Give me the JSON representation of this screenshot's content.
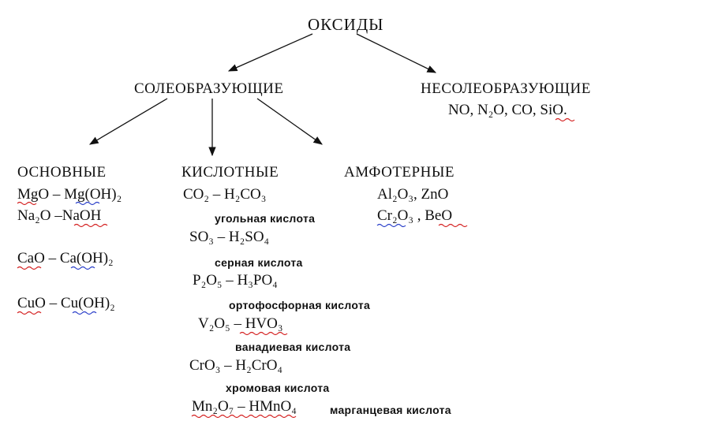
{
  "title": "ОКСИДЫ",
  "branches": {
    "salt_forming": "СОЛЕОБРАЗУЮЩИЕ",
    "non_salt_forming": "НЕСОЛЕОБРАЗУЮЩИЕ",
    "non_salt_list": "NO, N₂O, CO, SiO."
  },
  "basic": {
    "header": "ОСНОВНЫЕ",
    "rows": [
      "MgO – Mg(OH)₂",
      "Na₂O –NaOH",
      "CaO – Ca(OH)₂",
      "CuO – Cu(OH)₂"
    ]
  },
  "acidic": {
    "header": "КИСЛОТНЫЕ",
    "rows": [
      {
        "formula": "CO₂ – H₂CO₃",
        "acid": "угольная кислота"
      },
      {
        "formula": "SO₃ – H₂SO₄",
        "acid": "серная кислота"
      },
      {
        "formula": "P₂O₅ – H₃PO₄",
        "acid": "ортофосфорная кислота"
      },
      {
        "formula": "V₂O₅ – HVO₃",
        "acid": "ванадиевая кислота"
      },
      {
        "formula": "CrO₃ – H₂CrO₄",
        "acid": "хромовая кислота"
      },
      {
        "formula": "Mn₂O₇ – HMnO₄",
        "acid": "марганцевая кислота"
      }
    ]
  },
  "amphoteric": {
    "header": "АМФОТЕРНЫЕ",
    "rows": [
      "Al₂O₃, ZnO",
      "Cr₂O₃ , BeO"
    ]
  }
}
